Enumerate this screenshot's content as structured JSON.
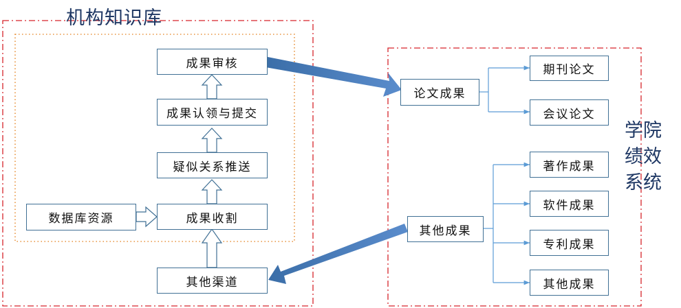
{
  "institution": {
    "title": "机构知识库",
    "boxes": {
      "review": "成果审核",
      "claim_submit": "成果认领与提交",
      "relation_push": "疑似关系推送",
      "harvest": "成果收割",
      "database_resources": "数据库资源",
      "other_channels": "其他渠道"
    }
  },
  "performance": {
    "title": "学院绩效系统",
    "paper_results": "论文成果",
    "paper_types": [
      "期刊论文",
      "会议论文"
    ],
    "other_results": "其他成果",
    "other_types": [
      "著作成果",
      "软件成果",
      "专利成果",
      "其他成果"
    ]
  },
  "colors": {
    "region_border": "#d6232a",
    "inner_border": "#e8913a",
    "box_border": "#3f6f94",
    "connector": "#5b9bd5",
    "big_arrow": "#4a7ebb",
    "title": "#1f3864"
  }
}
